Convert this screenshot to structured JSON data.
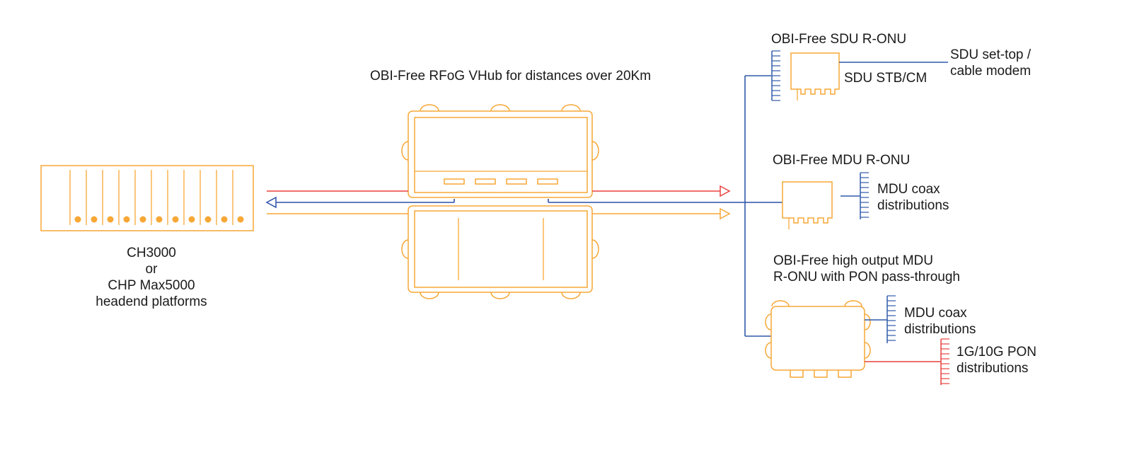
{
  "colors": {
    "device": "#f7a736",
    "downstream": "#e8423f",
    "upstream": "#2b4fa8",
    "bus": "#2f5aa8",
    "text": "#1a1a1a"
  },
  "headend": {
    "lines": [
      "CH3000",
      "or",
      "CHP Max5000",
      "headend platforms"
    ]
  },
  "vhub": {
    "title": "OBI-Free RFoG VHub for distances over 20Km"
  },
  "sdu": {
    "title": "OBI-Free SDU R-ONU",
    "device_label": "SDU STB/CM",
    "endpoint_lines": [
      "SDU set-top /",
      "cable modem"
    ]
  },
  "mdu": {
    "title": "OBI-Free MDU R-ONU",
    "dist_lines": [
      "MDU coax",
      "distributions"
    ]
  },
  "hmdu": {
    "title_lines": [
      "OBI-Free high output MDU",
      "R-ONU with PON pass-through"
    ],
    "coax_lines": [
      "MDU coax",
      "distributions"
    ],
    "pon_lines": [
      "1G/10G PON",
      "distributions"
    ]
  }
}
